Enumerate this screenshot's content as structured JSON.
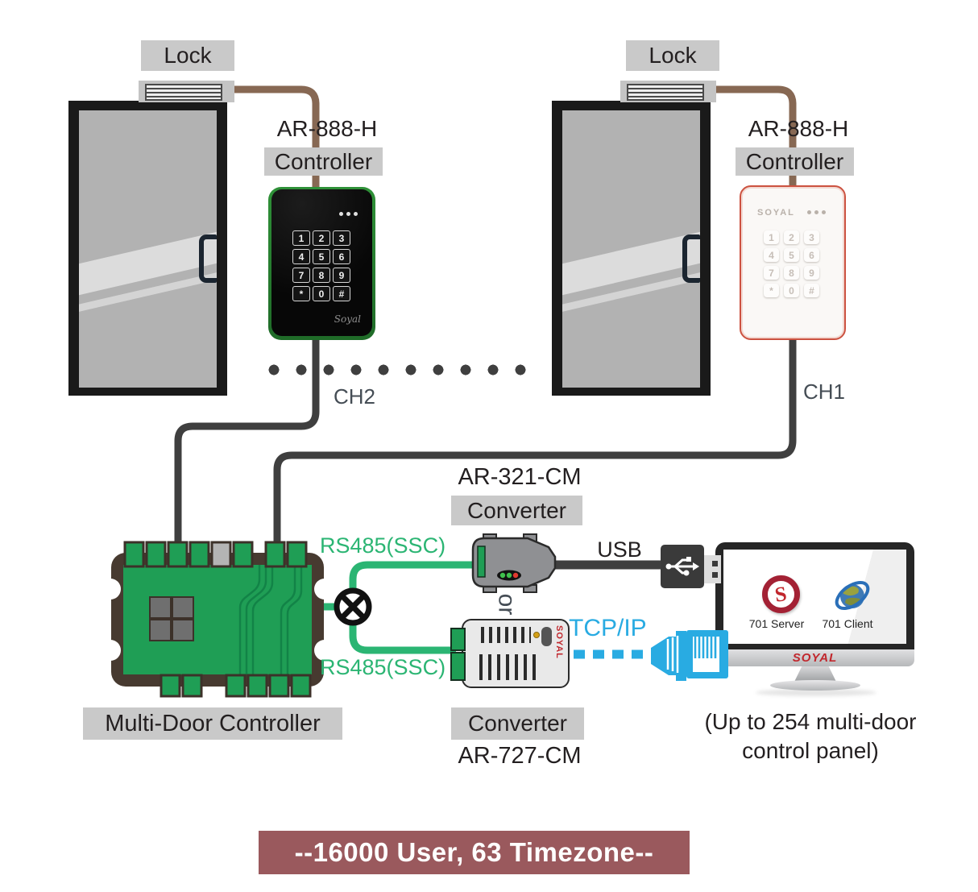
{
  "diagram": {
    "left_station": {
      "lock": "Lock",
      "model": "AR-888-H",
      "device": "Controller",
      "channel": "CH2"
    },
    "right_station": {
      "lock": "Lock",
      "model": "AR-888-H",
      "device": "Controller",
      "channel": "CH1"
    },
    "keypad": {
      "keys": [
        "1",
        "2",
        "3",
        "4",
        "5",
        "6",
        "7",
        "8",
        "9",
        "*",
        "0",
        "#"
      ],
      "left_brand_script": "Soyal",
      "right_brand": "SOYAL"
    },
    "controller": {
      "label": "Multi-Door Controller"
    },
    "converter_usb": {
      "model": "AR-321-CM",
      "label": "Converter",
      "bus_top": "RS485(SSC)",
      "bus_bottom": "RS485(SSC)",
      "usb": "USB",
      "or": "or"
    },
    "converter_tcp": {
      "model": "AR-727-CM",
      "label": "Converter",
      "tcpip": "TCP/IP",
      "brand": "SOYAL"
    },
    "computer": {
      "logo_letter": "S",
      "server": "701 Server",
      "client": "701 Client",
      "brand": "SOYAL",
      "note_line1": "(Up to 254 multi-door",
      "note_line2": "control panel)"
    },
    "banner": "--16000 User, 63 Timezone--",
    "colors": {
      "green": "#2bb573",
      "pcb_green": "#1f9e55",
      "blue": "#29abe2",
      "maroon": "#9a595d",
      "brown": "#876853",
      "label_bg": "#c9c9c9",
      "soyal_red": "#c1272d"
    }
  }
}
